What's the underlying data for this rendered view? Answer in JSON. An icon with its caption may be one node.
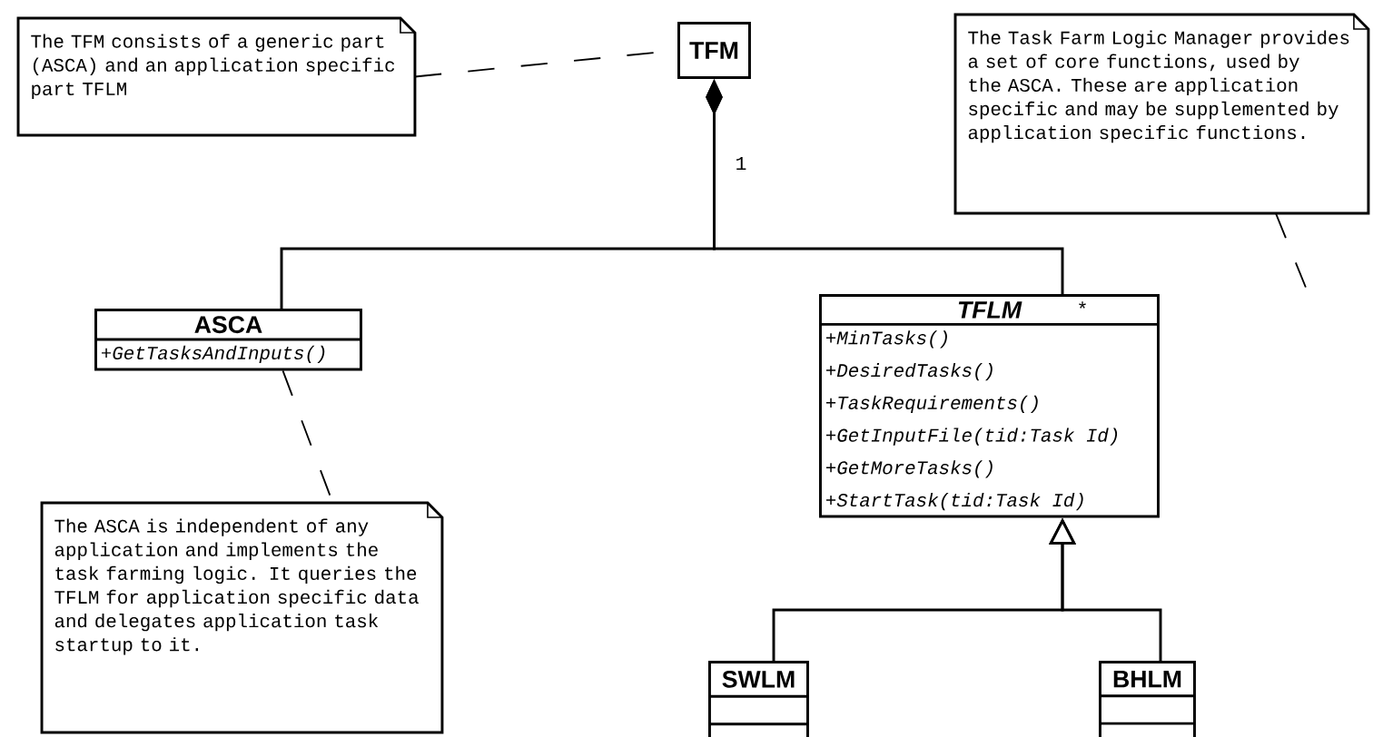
{
  "diagram": {
    "nodes": [
      {
        "text": [
          "The TFM consists of a generic part (ASCA) and an application specific part TFLM"
        ]
      },
      {
        "text": [
          "TFM"
        ]
      },
      {
        "text": [
          "The Task Farm Logic Manager provides a set of core functions, used by the ASCA. These are application specific and may be supplemented by application specific functions."
        ]
      },
      {
        "text": [
          "ASCA",
          "+GetTasksAndInputs()"
        ]
      },
      {
        "text": [
          "TFLM",
          "+MinTasks()",
          "+DesiredTasks()",
          "+TaskRequirements()",
          "+GetInputFile(tid:Task Id)",
          "+GetMoreTasks()",
          "+StartTask(tid:Task Id)"
        ]
      },
      {
        "text": [
          "The ASCA is independent of any application and implements the task farming logic. It queries the TFLM for application specific data and delegates application task startup to it."
        ]
      },
      {
        "text": [
          "SWLM"
        ]
      },
      {
        "text": [
          "BHLM"
        ]
      }
    ],
    "edges": [
      {
        "from": 0,
        "to": 1,
        "arrow": "none",
        "style": "dashed"
      },
      {
        "from": 1,
        "to": 3,
        "arrow": "other",
        "label": "1"
      },
      {
        "from": 1,
        "to": 4,
        "arrow": "other",
        "label": "*"
      },
      {
        "from": 2,
        "to": null,
        "arrow": "none",
        "style": "dashed"
      },
      {
        "from": 3,
        "to": 5,
        "arrow": "none",
        "style": "dashed"
      },
      {
        "from": 6,
        "to": 4,
        "arrow": "to"
      },
      {
        "from": 7,
        "to": 4,
        "arrow": "to"
      }
    ]
  }
}
